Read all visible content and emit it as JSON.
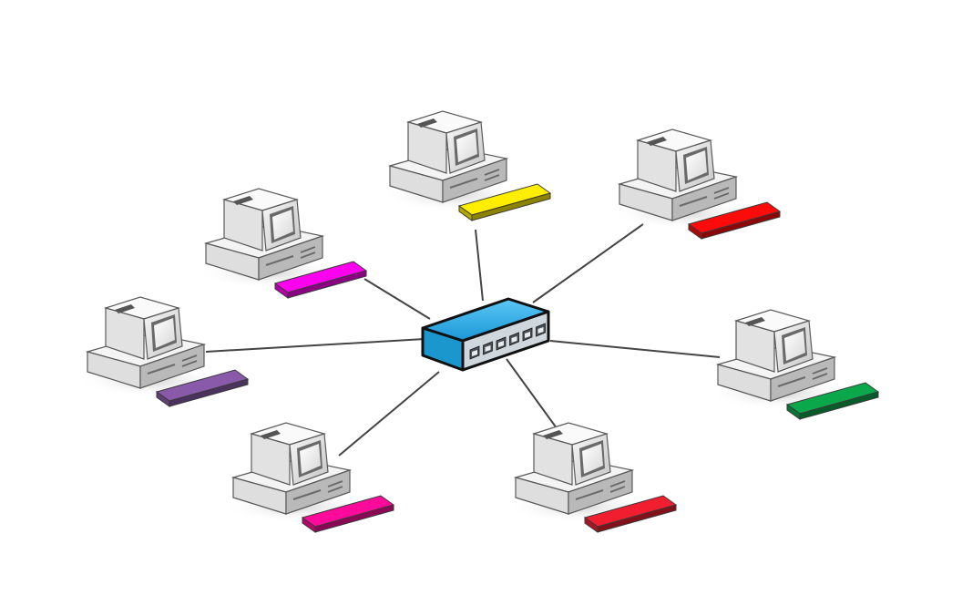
{
  "diagram": {
    "topology": "star",
    "hub": {
      "name": "switch",
      "color": "#1fa8e4",
      "ports": 6
    },
    "computers": [
      {
        "name": "top-center",
        "keyboard_color": "#ffee00"
      },
      {
        "name": "top-right",
        "keyboard_color": "#ff0a0a"
      },
      {
        "name": "upper-left",
        "keyboard_color": "#ff00ee"
      },
      {
        "name": "left",
        "keyboard_color": "#8a5aaa"
      },
      {
        "name": "right",
        "keyboard_color": "#0aa84a"
      },
      {
        "name": "lower-left",
        "keyboard_color": "#ff0a9a"
      },
      {
        "name": "lower-right",
        "keyboard_color": "#f01e2e"
      }
    ]
  }
}
